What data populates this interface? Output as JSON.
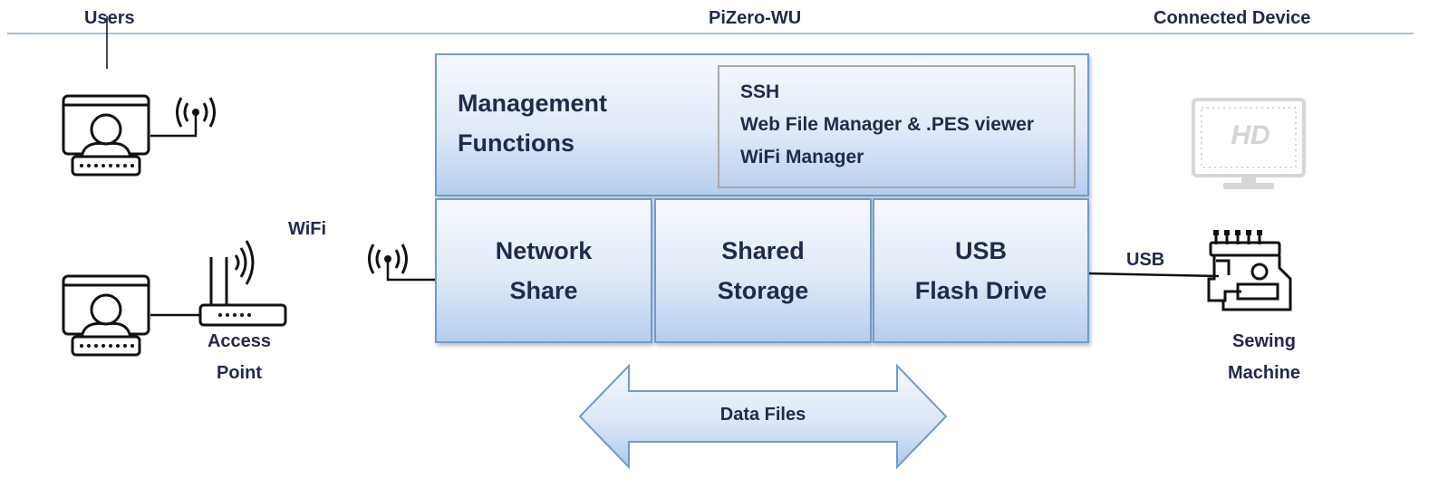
{
  "header": {
    "left": "Users",
    "center": "PiZero-WU",
    "right": "Connected Device"
  },
  "labels": {
    "wifi": "WiFi",
    "access_point_line1": "Access",
    "access_point_line2": "Point",
    "usb": "USB",
    "sewing_line1": "Sewing",
    "sewing_line2": "Machine",
    "data_files": "Data Files",
    "hd_badge": "HD"
  },
  "management": {
    "title_line1": "Management",
    "title_line2": "Functions",
    "functions": [
      "SSH",
      "Web File Manager & .PES viewer",
      "WiFi Manager"
    ]
  },
  "modules": [
    {
      "line1": "Network",
      "line2": "Share"
    },
    {
      "line1": "Shared",
      "line2": "Storage"
    },
    {
      "line1": "USB",
      "line2": "Flash Drive"
    }
  ],
  "colors": {
    "text": "#1f2a4d",
    "box_border": "#6f9bd0",
    "box_fill": "#dfe9f7",
    "header_rule": "#a9bfdc"
  }
}
